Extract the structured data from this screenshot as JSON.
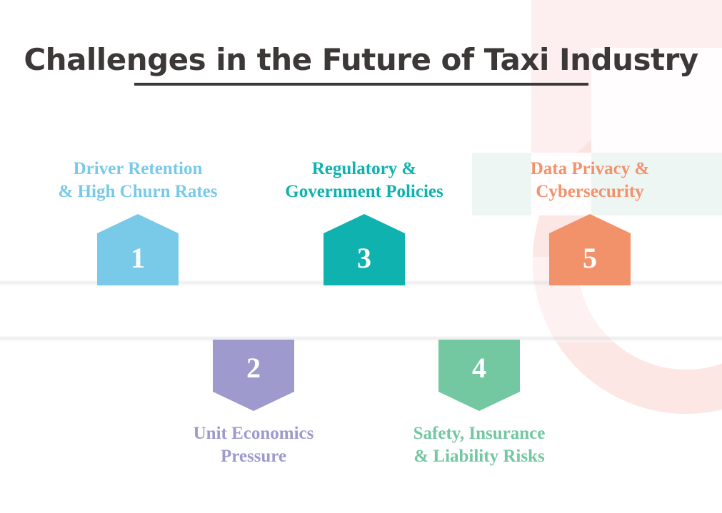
{
  "title": {
    "text": "Challenges in the Future of Taxi Industry",
    "color": "#3b3837"
  },
  "theme": {
    "background": "#ffffff",
    "pink_block": "#fdeef0",
    "mint_block": "#eef6f4",
    "ring": "#fbdfdc"
  },
  "items": [
    {
      "number": "1",
      "label": "Driver Retention\n& High Churn Rates",
      "color": "#79cae8",
      "direction": "up",
      "label_position": "above"
    },
    {
      "number": "2",
      "label": "Unit Economics\nPressure",
      "color": "#9e9acd",
      "direction": "down",
      "label_position": "below"
    },
    {
      "number": "3",
      "label": "Regulatory &\nGovernment Policies",
      "color": "#0fb2ae",
      "direction": "up",
      "label_position": "above"
    },
    {
      "number": "4",
      "label": "Safety, Insurance\n& Liability Risks",
      "color": "#73c7a1",
      "direction": "down",
      "label_position": "below"
    },
    {
      "number": "5",
      "label": "Data Privacy &\nCybersecurity",
      "color": "#f2926b",
      "direction": "up",
      "label_position": "above"
    }
  ]
}
